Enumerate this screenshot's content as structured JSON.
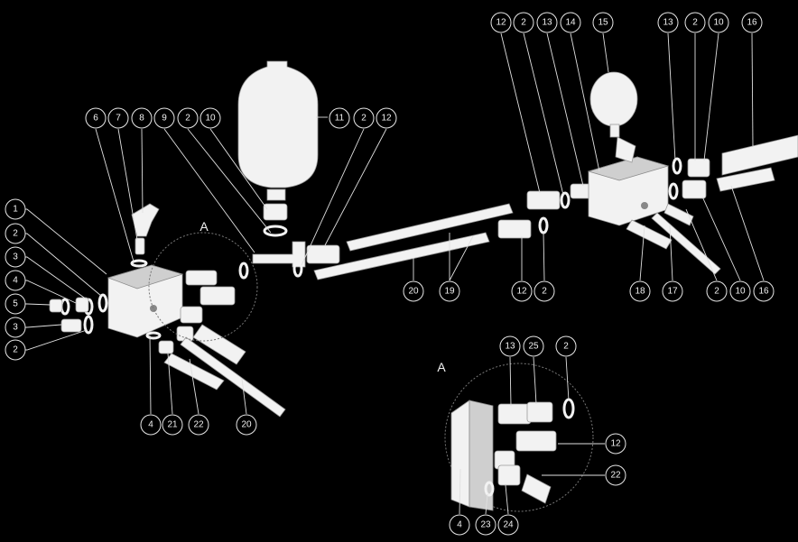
{
  "diagram": {
    "detail_label": "A",
    "detail_inset_label": "A",
    "callouts": [
      {
        "id": "c1",
        "label": "1"
      },
      {
        "id": "c2a",
        "label": "2"
      },
      {
        "id": "c3a",
        "label": "3"
      },
      {
        "id": "c4a",
        "label": "4"
      },
      {
        "id": "c5",
        "label": "5"
      },
      {
        "id": "c3b",
        "label": "3"
      },
      {
        "id": "c2b",
        "label": "2"
      },
      {
        "id": "c6",
        "label": "6"
      },
      {
        "id": "c7",
        "label": "7"
      },
      {
        "id": "c8",
        "label": "8"
      },
      {
        "id": "c9",
        "label": "9"
      },
      {
        "id": "c2c",
        "label": "2"
      },
      {
        "id": "c10a",
        "label": "10"
      },
      {
        "id": "c11",
        "label": "11"
      },
      {
        "id": "c2d",
        "label": "2"
      },
      {
        "id": "c12a",
        "label": "12"
      },
      {
        "id": "c4b",
        "label": "4"
      },
      {
        "id": "c21",
        "label": "21"
      },
      {
        "id": "c22a",
        "label": "22"
      },
      {
        "id": "c20a",
        "label": "20"
      },
      {
        "id": "c20b",
        "label": "20"
      },
      {
        "id": "c19",
        "label": "19"
      },
      {
        "id": "c12b",
        "label": "12"
      },
      {
        "id": "c2e",
        "label": "2"
      },
      {
        "id": "c12c",
        "label": "12"
      },
      {
        "id": "c2f",
        "label": "2"
      },
      {
        "id": "c13a",
        "label": "13"
      },
      {
        "id": "c14",
        "label": "14"
      },
      {
        "id": "c15",
        "label": "15"
      },
      {
        "id": "c13b",
        "label": "13"
      },
      {
        "id": "c2g",
        "label": "2"
      },
      {
        "id": "c10b",
        "label": "10"
      },
      {
        "id": "c16a",
        "label": "16"
      },
      {
        "id": "c18",
        "label": "18"
      },
      {
        "id": "c17",
        "label": "17"
      },
      {
        "id": "c2h",
        "label": "2"
      },
      {
        "id": "c10c",
        "label": "10"
      },
      {
        "id": "c16b",
        "label": "16"
      },
      {
        "id": "c13c",
        "label": "13"
      },
      {
        "id": "c25",
        "label": "25"
      },
      {
        "id": "c2i",
        "label": "2"
      },
      {
        "id": "c12d",
        "label": "12"
      },
      {
        "id": "c22b",
        "label": "22"
      },
      {
        "id": "c4c",
        "label": "4"
      },
      {
        "id": "c23",
        "label": "23"
      },
      {
        "id": "c24",
        "label": "24"
      }
    ]
  }
}
